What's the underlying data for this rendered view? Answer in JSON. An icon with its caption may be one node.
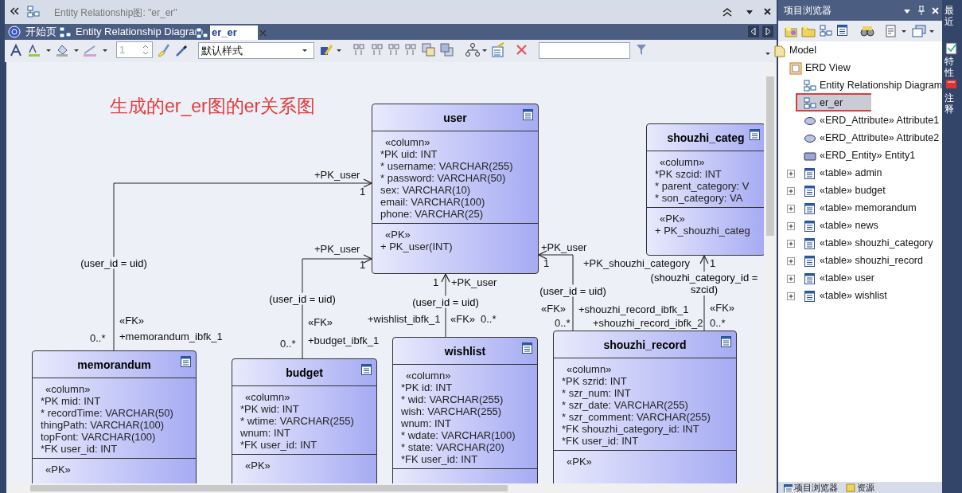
{
  "diagram": {
    "nodes": [
      {
        "text": [
          "user",
          "«column»",
          "*PK uid: INT",
          "* username: VARCHAR(255)",
          "* password: VARCHAR(50)",
          "sex: VARCHAR(10)",
          "email: VARCHAR(100)",
          "phone: VARCHAR(25)",
          "«PK»",
          "+ PK_user(INT)"
        ]
      },
      {
        "text": [
          "shouzhi_categ",
          "«column»",
          "*PK szcid: INT",
          "* parent_category: V",
          "* son_category: VA",
          "«PK»",
          "+ PK_shouzhi_categ"
        ]
      },
      {
        "text": [
          "memorandum",
          "«column»",
          "*PK mid: INT",
          "* recordTime: VARCHAR(50)",
          "thingPath: VARCHAR(100)",
          "topFont: VARCHAR(100)",
          "*FK user_id: INT",
          "«PK»"
        ]
      },
      {
        "text": [
          "budget",
          "«column»",
          "*PK wid: INT",
          "* wtime: VARCHAR(255)",
          "wnum: INT",
          "*FK user_id: INT",
          "«PK»"
        ]
      },
      {
        "text": [
          "wishlist",
          "«column»",
          "*PK id: INT",
          "* wid: VARCHAR(255)",
          "wish: VARCHAR(255)",
          "wnum: INT",
          "* wdate: VARCHAR(100)",
          "* state: VARCHAR(20)",
          "*FK user_id: INT"
        ]
      },
      {
        "text": [
          "shouzhi_record",
          "«column»",
          "*PK szrid: INT",
          "* szr_num: INT",
          "* szr_date: VARCHAR(255)",
          "* szr_comment: VARCHAR(255)",
          "*FK shouzhi_category_id: INT",
          "*FK user_id: INT",
          "«PK»"
        ]
      }
    ],
    "edges": [
      {
        "from": 2,
        "to": 0,
        "arrow": "to",
        "label": "(user_id = uid)"
      },
      {
        "from": 3,
        "to": 0,
        "arrow": "to",
        "label": "(user_id = uid)"
      },
      {
        "from": 4,
        "to": 0,
        "arrow": "to",
        "label": "(user_id = uid)"
      },
      {
        "from": 5,
        "to": 0,
        "arrow": "to",
        "label": "(user_id = uid)"
      },
      {
        "from": 5,
        "to": 1,
        "arrow": "to",
        "label": "(shouzhi_category_id = szcid)"
      }
    ],
    "labels": [
      "Entity Relationship图: \"er_er\"",
      "开始页",
      "Entity Relationship Diagram",
      "er_er",
      "1",
      "默认样式",
      "生成的er_er图的er关系图",
      "+PK_user",
      "1",
      "+PK_user",
      "+PK_user",
      "1",
      "1",
      "+PK_shouzhi_category",
      "1",
      "1",
      "+PK_user",
      "«FK»",
      "+shouzhi_record_ibfk_1",
      "«FK»",
      "«FK»",
      "«FK»",
      "+wishlist_ibfk_1",
      "«FK»",
      "0..*",
      "0..*",
      "+shouzhi_record_ibfk_2",
      "0..*",
      "0..*",
      "+memorandum_ibfk_1",
      "0..*",
      "+budget_ibfk_1",
      "项目浏览器",
      "Model",
      "ERD View",
      "Entity Relationship Diagram",
      "er_er",
      "«ERD_Attribute» Attribute1",
      "«ERD_Attribute» Attribute2",
      "«ERD_Entity» Entity1",
      "«table» admin",
      "«table» budget",
      "«table» memorandum",
      "«table» news",
      "«table» shouzhi_category",
      "«table» shouzhi_record",
      "«table» user",
      "«table» wishlist",
      "最近",
      "特性",
      "注释",
      "项目浏览器",
      "资源"
    ]
  }
}
